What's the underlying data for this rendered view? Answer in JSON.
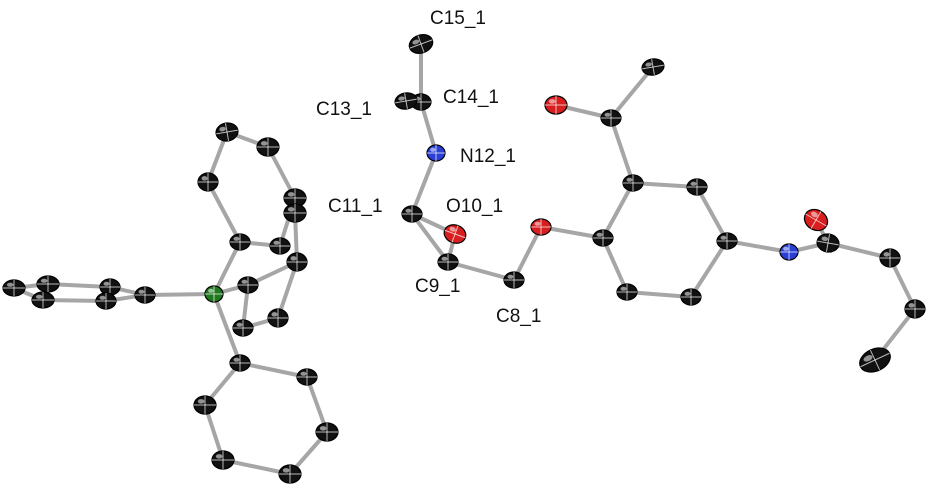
{
  "figure": {
    "colors": {
      "bond": "#a6a6a6",
      "carbon": "#111111",
      "oxygen": "#d81e1e",
      "nitrogen": "#2a3fd6",
      "phosphorus": "#1f7a1f",
      "outline": "#000000"
    },
    "labels": {
      "c15": "C15_1",
      "c14": "C14_1",
      "c13": "C13_1",
      "n12": "N12_1",
      "c11": "C11_1",
      "o10": "O10_1",
      "c9": "C9_1",
      "c8": "C8_1"
    }
  }
}
